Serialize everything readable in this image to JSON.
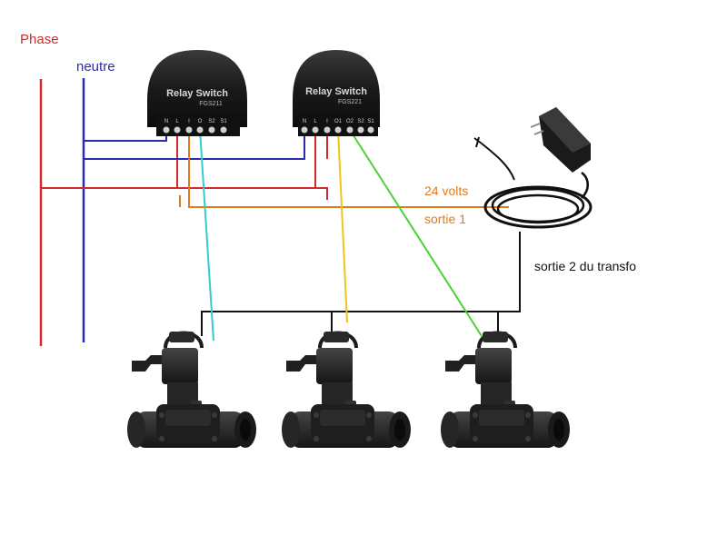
{
  "labels": {
    "phase": "Phase",
    "neutre": "neutre",
    "volts": "24 volts",
    "sortie1": "sortie 1",
    "sortie2": "sortie 2 du transfo"
  },
  "relays": [
    {
      "title": "Relay Switch",
      "model": "FGS211",
      "terminals": [
        "N",
        "L",
        "I",
        "O",
        "S2",
        "S1"
      ]
    },
    {
      "title": "Relay Switch",
      "model": "FGS221",
      "terminals": [
        "N",
        "L",
        "I",
        "O1",
        "O2",
        "S2",
        "S1"
      ]
    }
  ],
  "colors": {
    "phase": "#d22a2a",
    "neutre": "#2b2bb0",
    "sortie1": "#e07a1a",
    "sortie2": "#111111",
    "valve_wire_1": "#33cccc",
    "valve_wire_2": "#f0c419",
    "valve_wire_3": "#4cd137",
    "device_body": "#1c1c1c"
  },
  "icons": {
    "relay": "relay-module-icon",
    "transformer": "power-adapter-icon",
    "valve": "solenoid-valve-icon"
  }
}
